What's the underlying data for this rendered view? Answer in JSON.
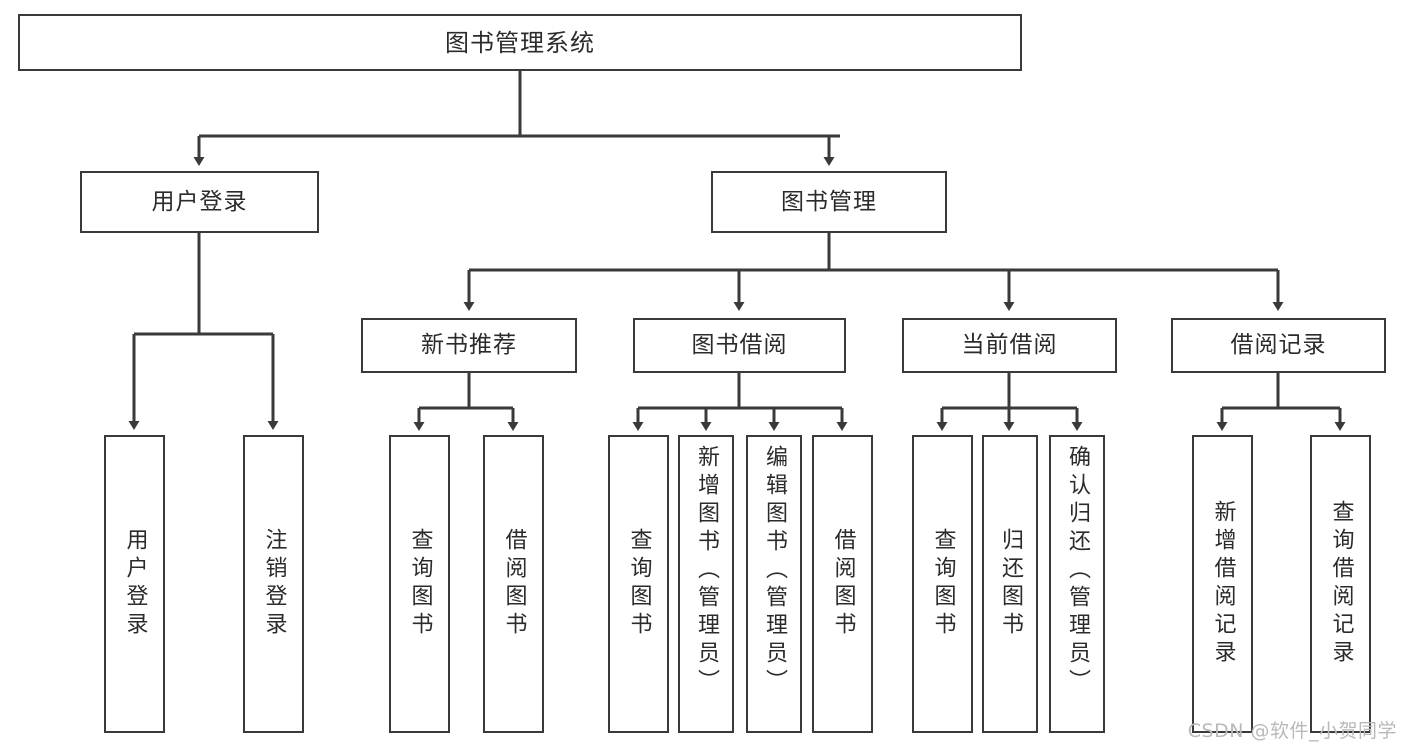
{
  "diagram": {
    "title": "图书管理系统",
    "type": "tree-hierarchy-chart",
    "orientation": "top-down",
    "line_color": "#3a3a3a",
    "box_fill": "#ffffff",
    "text_color": "#2b2b2b"
  },
  "root": {
    "label": "图书管理系统"
  },
  "level2": [
    {
      "label": "用户登录"
    },
    {
      "label": "图书管理"
    }
  ],
  "level3": [
    {
      "label": "新书推荐"
    },
    {
      "label": "图书借阅"
    },
    {
      "label": "当前借阅"
    },
    {
      "label": "借阅记录"
    }
  ],
  "leaves": {
    "user_login": [
      {
        "label": "用户登录"
      },
      {
        "label": "注销登录"
      }
    ],
    "new_book": [
      {
        "label": "查询图书"
      },
      {
        "label": "借阅图书"
      }
    ],
    "book_borrow": [
      {
        "label": "查询图书"
      },
      {
        "label": "新增图书（管理员）"
      },
      {
        "label": "编辑图书（管理员）"
      },
      {
        "label": "借阅图书"
      }
    ],
    "current_borrow": [
      {
        "label": "查询图书"
      },
      {
        "label": "归还图书"
      },
      {
        "label": "确认归还（管理员）"
      }
    ],
    "borrow_record": [
      {
        "label": "新增借阅记录"
      },
      {
        "label": "查询借阅记录"
      }
    ]
  },
  "watermark": {
    "text": "CSDN @软件_小贺同学"
  }
}
